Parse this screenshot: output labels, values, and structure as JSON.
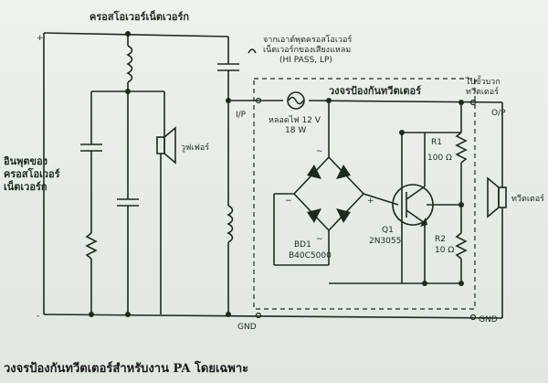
{
  "labels": {
    "crossover_title": "ครอสโอเวอร์เน็ตเวอร์ก",
    "from_note_line1": "จากเอาต์พุตครอสโอเวอร์",
    "from_note_line2": "เน็ตเวอร์กของเสียงแหลม",
    "from_note_line3": "(HI PASS, LP)",
    "circuit_title": "วงจรป้องกันทวีตเตอร์",
    "to_note_line1": "ไปขั้วบวก",
    "to_note_line2": "ทวีตเตอร์",
    "input_label_line1": "อินพุตของ",
    "input_label_line2": "ครอสโอเวอร์",
    "input_label_line3": "เน็ตเวอร์ก",
    "woofer": "วูฟเฟอร์",
    "tweeter": "ทวีตเตอร์",
    "ip": "I/P",
    "op": "O/P",
    "gnd_left": "GND",
    "gnd_right": "GND",
    "lamp_line1": "หลอดไฟ 12 V",
    "lamp_line2": "18 W",
    "bridge_ref": "BD1",
    "bridge_part": "B40C5000",
    "q_ref": "Q1",
    "q_part": "2N3055",
    "r1_ref": "R1",
    "r1_val": "100 Ω",
    "r2_ref": "R2",
    "r2_val": "10 Ω",
    "plus_left": "+",
    "minus_left": "-",
    "tilde_top": "~",
    "tilde_bottom": "~",
    "minus_bridge": "−",
    "plus_bridge": "+"
  },
  "caption": "วงจรป้องกันทวีตเตอร์สำหรับงาน PA โดยเฉพาะ"
}
